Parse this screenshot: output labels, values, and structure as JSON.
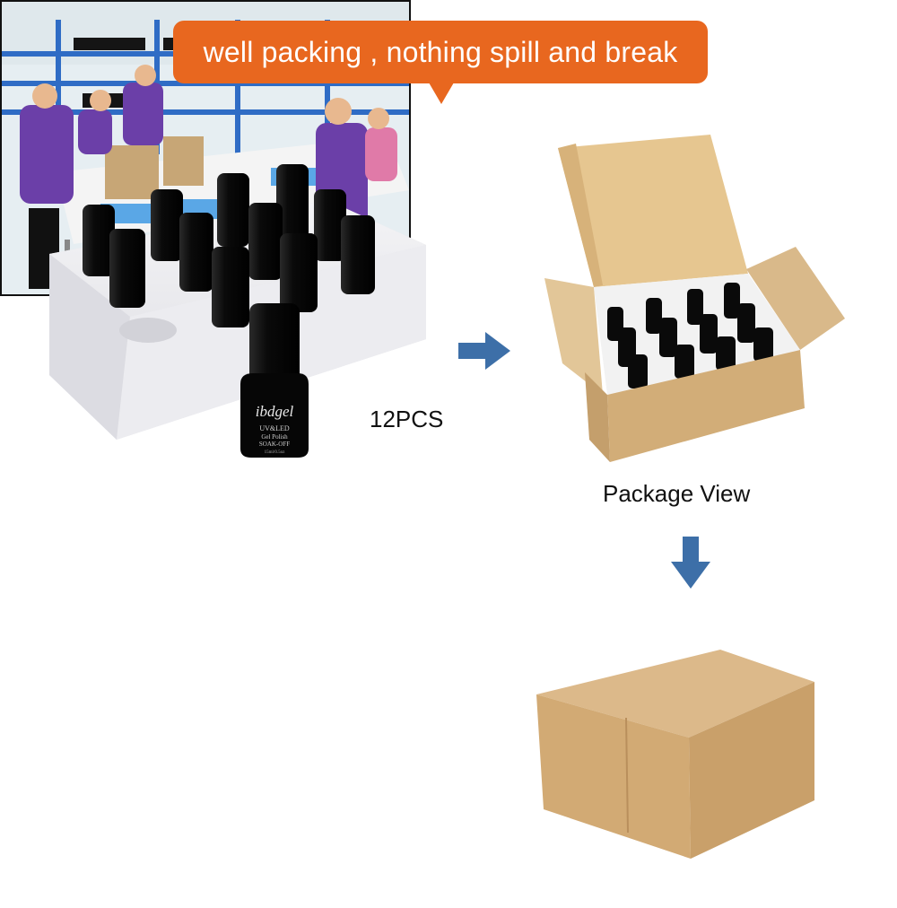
{
  "banner": {
    "text": "well packing , nothing spill and break",
    "color": "#e8671f"
  },
  "labels": {
    "quantity": "12PCS",
    "package_view": "Package View"
  },
  "bottle": {
    "brand": "ibdgel",
    "line1": "UV&LED",
    "line2": "Gel Polish",
    "line3": "SOAK-OFF",
    "line4": "15ml/0.5oz"
  },
  "arrows": {
    "color": "#3d6fa8"
  },
  "icons": {
    "right_arrow": "arrow-right-icon",
    "down_arrow": "arrow-down-icon"
  }
}
